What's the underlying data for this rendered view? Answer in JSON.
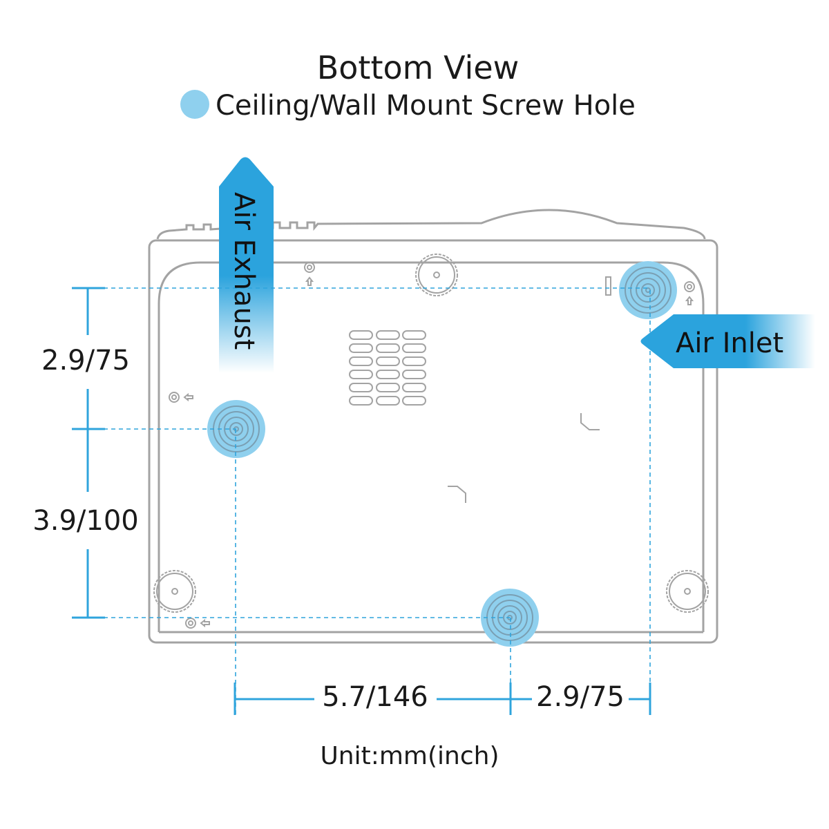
{
  "title": "Bottom View",
  "legend": {
    "label": "Ceiling/Wall Mount Screw Hole",
    "color": "#8fd0ee"
  },
  "arrows": {
    "exhaust": "Air Exhaust",
    "inlet": "Air Inlet",
    "color": "#2ba3dd"
  },
  "dimensions": {
    "vertical_top": "2.9/75",
    "vertical_bottom": "3.9/100",
    "horizontal_left": "5.7/146",
    "horizontal_right": "2.9/75"
  },
  "unit": "Unit:mm(inch)"
}
